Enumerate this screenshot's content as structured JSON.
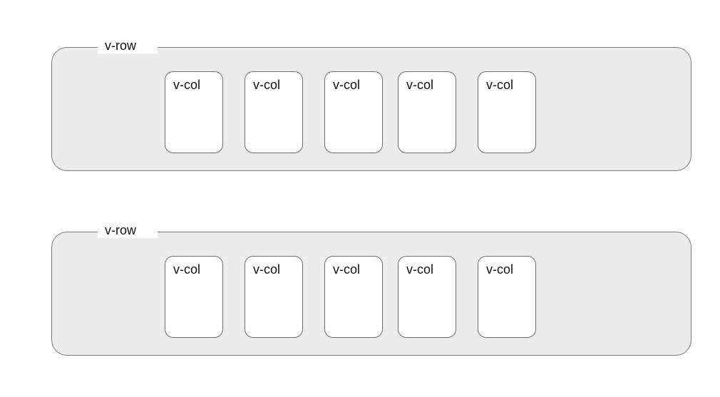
{
  "rows": [
    {
      "label": "v-row",
      "cols": [
        "v-col",
        "v-col",
        "v-col",
        "v-col",
        "v-col"
      ]
    },
    {
      "label": "v-row",
      "cols": [
        "v-col",
        "v-col",
        "v-col",
        "v-col",
        "v-col"
      ]
    }
  ],
  "colors": {
    "row_fill": "#ececec",
    "row_border": "#7a7a7a",
    "col_fill": "#ffffff",
    "col_border": "#6e6e6e",
    "text": "#111111"
  }
}
